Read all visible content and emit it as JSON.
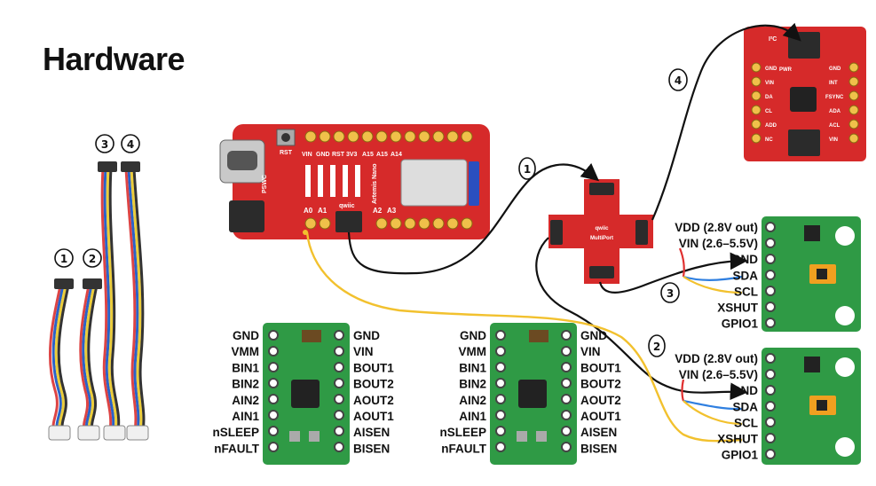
{
  "title": "Hardware",
  "cables": [
    {
      "label": "1"
    },
    {
      "label": "2"
    },
    {
      "label": "3"
    },
    {
      "label": "4"
    }
  ],
  "connections": [
    {
      "label": "1"
    },
    {
      "label": "2"
    },
    {
      "label": "3"
    },
    {
      "label": "4"
    }
  ],
  "microcontroller": {
    "silkscreen": [
      "RST",
      "VIN",
      "GND",
      "RST",
      "3V3",
      "A15",
      "A15",
      "A14",
      "PSWC",
      "A0",
      "A1",
      "A2",
      "A3",
      "qwiic",
      "Artemis Nano"
    ]
  },
  "multiport": {
    "silkscreen": [
      "qwiic",
      "MultiPort"
    ]
  },
  "imu": {
    "silkscreen": [
      "I²C",
      "GND",
      "VIN",
      "DA",
      "CL",
      "ADD",
      "INT",
      "FSYNC",
      "ADA",
      "ACL",
      "VIN",
      "PWR",
      "NC"
    ]
  },
  "motor_drivers": [
    {
      "left_pins": [
        "GND",
        "VMM",
        "BIN1",
        "BIN2",
        "AIN2",
        "AIN1",
        "nSLEEP",
        "nFAULT"
      ],
      "right_pins": [
        "GND",
        "VIN",
        "BOUT1",
        "BOUT2",
        "AOUT2",
        "AOUT1",
        "AISEN",
        "BISEN"
      ]
    },
    {
      "left_pins": [
        "GND",
        "VMM",
        "BIN1",
        "BIN2",
        "AIN2",
        "AIN1",
        "nSLEEP",
        "nFAULT"
      ],
      "right_pins": [
        "GND",
        "VIN",
        "BOUT1",
        "BOUT2",
        "AOUT2",
        "AOUT1",
        "AISEN",
        "BISEN"
      ]
    }
  ],
  "tof_sensors": [
    {
      "pins": [
        "VDD (2.8V out)",
        "VIN (2.6–5.5V)",
        "GND",
        "SDA",
        "SCL",
        "XSHUT",
        "GPIO1"
      ]
    },
    {
      "pins": [
        "VDD (2.8V out)",
        "VIN (2.6–5.5V)",
        "GND",
        "SDA",
        "SCL",
        "XSHUT",
        "GPIO1"
      ]
    }
  ],
  "colors": {
    "wire_black": "#111111",
    "wire_yellow": "#f2c12e",
    "wire_blue": "#2f7fe0",
    "wire_red": "#e03030",
    "pcb_red": "#d62a2a",
    "pcb_green": "#2f9a45",
    "pcb_green_dark": "#1f7a35"
  }
}
